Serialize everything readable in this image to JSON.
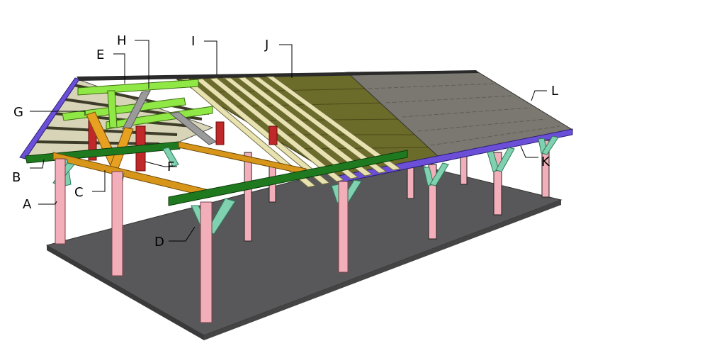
{
  "callouts": [
    {
      "key": "A",
      "text": "A"
    },
    {
      "key": "B",
      "text": "B"
    },
    {
      "key": "C",
      "text": "C"
    },
    {
      "key": "D",
      "text": "D"
    },
    {
      "key": "E",
      "text": "E"
    },
    {
      "key": "F",
      "text": "F"
    },
    {
      "key": "G",
      "text": "G"
    },
    {
      "key": "H",
      "text": "H"
    },
    {
      "key": "I",
      "text": "I"
    },
    {
      "key": "J",
      "text": "J"
    },
    {
      "key": "K",
      "text": "K"
    },
    {
      "key": "L",
      "text": "L"
    }
  ],
  "colors": {
    "floor": "#58585a",
    "post": "#f2aeb9",
    "knee_brace": "#7fd1b0",
    "beam_green": "#1f7a1f",
    "truss_orange": "#e8a020",
    "truss_red": "#c0282a",
    "truss_lime": "#8fe845",
    "rafter": "#e8e2b0",
    "sheathing": "#6b6b2a",
    "shingles": "#7a7870",
    "fascia": "#6b4fd8",
    "gray_brace": "#9a9a9a"
  }
}
